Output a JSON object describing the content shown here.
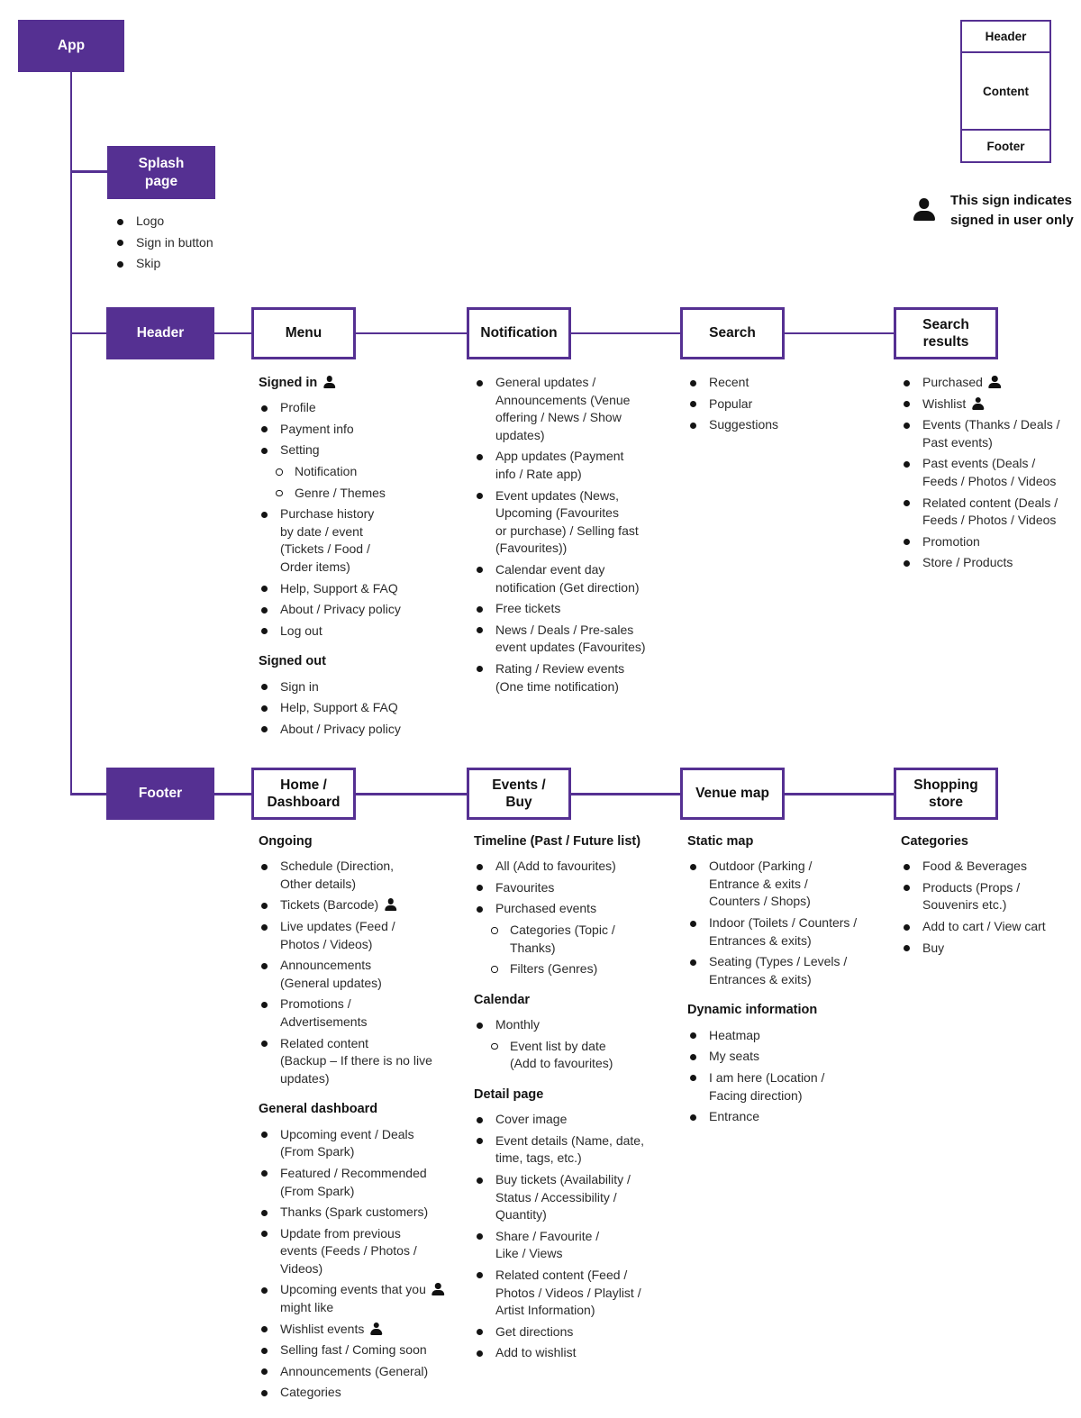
{
  "app": {
    "label": "App"
  },
  "wireframe": {
    "sections": [
      "Header",
      "Content",
      "Footer"
    ]
  },
  "legend": {
    "note": "This sign indicates\nsigned in user only"
  },
  "splash": {
    "title": "Splash\npage",
    "items": [
      "Logo",
      "Sign in button",
      "Skip"
    ]
  },
  "rows": [
    {
      "label": "Header",
      "columns": [
        {
          "title": "Menu",
          "sections": [
            {
              "heading": {
                "text": "Signed in",
                "icon": true
              },
              "items": [
                "Profile",
                "Payment info",
                "Setting",
                {
                  "text": "Notification",
                  "level": 2
                },
                {
                  "text": "Genre / Themes",
                  "level": 2
                },
                {
                  "text": "Purchase history\nby date / event\n(Tickets / Food /\nOrder items)"
                },
                "Help, Support & FAQ",
                "About / Privacy policy",
                "Log out"
              ]
            },
            {
              "heading": {
                "text": "Signed out"
              },
              "items": [
                "Sign in",
                "Help, Support & FAQ",
                "About / Privacy policy"
              ]
            }
          ]
        },
        {
          "title": "Notification",
          "sections": [
            {
              "items": [
                {
                  "text": "General updates /\nAnnouncements (Venue\noffering / News / Show\nupdates)"
                },
                {
                  "text": "App updates (Payment\ninfo / Rate app)"
                },
                {
                  "text": "Event updates (News,\nUpcoming (Favourites\nor purchase) / Selling fast\n(Favourites))"
                },
                {
                  "text": "Calendar event day\nnotification (Get direction)"
                },
                "Free tickets",
                {
                  "text": "News / Deals / Pre-sales\nevent updates (Favourites)"
                },
                {
                  "text": "Rating / Review events\n(One time notification)"
                }
              ]
            }
          ]
        },
        {
          "title": "Search",
          "sections": [
            {
              "items": [
                "Recent",
                "Popular",
                "Suggestions"
              ]
            }
          ]
        },
        {
          "title": "Search\nresults",
          "sections": [
            {
              "items": [
                {
                  "text": "Purchased",
                  "icon": true
                },
                {
                  "text": "Wishlist",
                  "icon": true
                },
                {
                  "text": "Events (Thanks / Deals /\nPast events)"
                },
                {
                  "text": "Past events (Deals /\nFeeds / Photos / Videos"
                },
                {
                  "text": "Related content (Deals /\nFeeds / Photos / Videos"
                },
                "Promotion",
                "Store / Products"
              ]
            }
          ]
        }
      ]
    },
    {
      "label": "Footer",
      "columns": [
        {
          "title": "Home /\nDashboard",
          "sections": [
            {
              "heading": {
                "text": "Ongoing"
              },
              "items": [
                {
                  "text": "Schedule (Direction,\nOther details)"
                },
                {
                  "text": "Tickets (Barcode)",
                  "icon": true
                },
                {
                  "text": "Live updates (Feed /\nPhotos / Videos)"
                },
                {
                  "text": "Announcements\n(General updates)"
                },
                {
                  "text": "Promotions /\nAdvertisements"
                },
                {
                  "text": "Related content\n(Backup – If there is no live\nupdates)"
                }
              ]
            },
            {
              "heading": {
                "text": "General dashboard"
              },
              "items": [
                {
                  "text": "Upcoming event / Deals\n(From Spark)"
                },
                {
                  "text": "Featured / Recommended\n(From Spark)"
                },
                "Thanks (Spark customers)",
                {
                  "text": "Update from previous\nevents (Feeds / Photos /\nVideos)"
                },
                {
                  "text": "Upcoming events that you\nmight like",
                  "icon": true,
                  "icon_line": 1
                },
                {
                  "text": "Wishlist events",
                  "icon": true
                },
                "Selling fast / Coming soon",
                "Announcements (General)",
                "Categories"
              ]
            }
          ]
        },
        {
          "title": "Events /\nBuy",
          "sections": [
            {
              "heading": {
                "text": "Timeline (Past / Future list)"
              },
              "items": [
                "All (Add to favourites)",
                "Favourites",
                "Purchased events",
                {
                  "text": "Categories (Topic /\nThanks)",
                  "level": 2
                },
                {
                  "text": "Filters (Genres)",
                  "level": 2
                }
              ]
            },
            {
              "heading": {
                "text": "Calendar"
              },
              "items": [
                "Monthly",
                {
                  "text": "Event list by date\n(Add to favourites)",
                  "level": 2
                }
              ]
            },
            {
              "heading": {
                "text": "Detail page"
              },
              "items": [
                "Cover image",
                {
                  "text": "Event details (Name, date,\ntime, tags, etc.)"
                },
                {
                  "text": "Buy tickets (Availability /\nStatus / Accessibility /\nQuantity)"
                },
                {
                  "text": "Share / Favourite /\nLike / Views"
                },
                {
                  "text": "Related content (Feed /\nPhotos / Videos / Playlist /\nArtist Information)"
                },
                "Get directions",
                "Add to wishlist"
              ]
            }
          ]
        },
        {
          "title": "Venue map",
          "sections": [
            {
              "heading": {
                "text": "Static map"
              },
              "items": [
                {
                  "text": "Outdoor (Parking /\nEntrance & exits /\nCounters / Shops)"
                },
                {
                  "text": "Indoor (Toilets / Counters /\nEntrances & exits)"
                },
                {
                  "text": "Seating (Types / Levels /\nEntrances & exits)"
                }
              ]
            },
            {
              "heading": {
                "text": "Dynamic information"
              },
              "items": [
                "Heatmap",
                "My seats",
                {
                  "text": "I am here (Location /\nFacing direction)"
                },
                "Entrance"
              ]
            }
          ]
        },
        {
          "title": "Shopping\nstore",
          "sections": [
            {
              "heading": {
                "text": "Categories"
              },
              "items": [
                "Food & Beverages",
                {
                  "text": "Products (Props /\nSouvenirs etc.)"
                },
                "Add to cart / View cart",
                "Buy"
              ]
            }
          ]
        }
      ]
    }
  ]
}
